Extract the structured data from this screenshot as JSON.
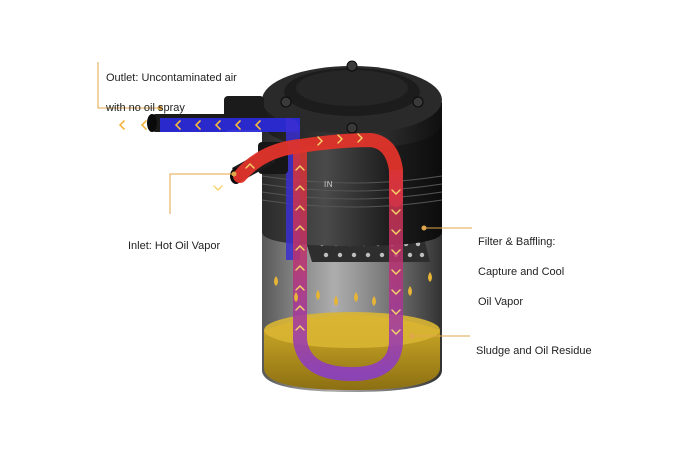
{
  "labels": {
    "outlet_line1": "Outlet: Uncontaminated air",
    "outlet_line2": "with no oil spray",
    "inlet": "Inlet: Hot Oil Vapor",
    "filter_line1": "Filter & Baffling:",
    "filter_line2": "Capture and Cool",
    "filter_line3": "Oil Vapor",
    "sludge": "Sludge and Oil Residue",
    "in_marking": "IN"
  },
  "colors": {
    "callout": "#e0a64b",
    "hot_flow": "#e0342a",
    "cool_flow": "#2b2bd6",
    "oil": "#c9a21f",
    "can_body": "#1a1a1a",
    "arrow": "#f5b642"
  },
  "icons": {
    "flow_arrow": "chevron-icon",
    "oil_drop": "droplet-icon"
  }
}
